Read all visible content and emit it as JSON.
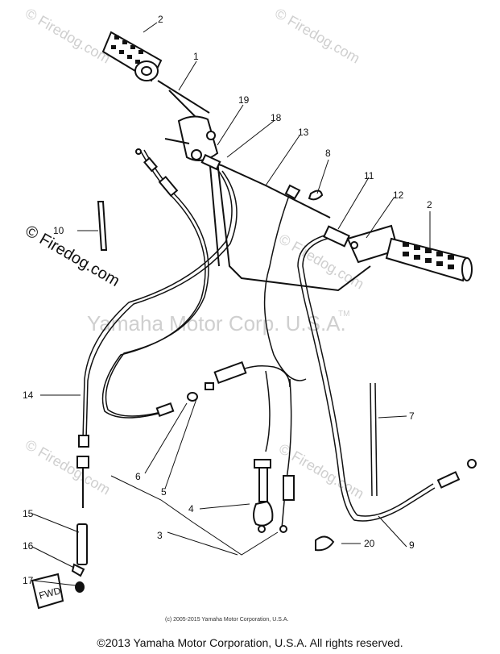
{
  "watermarks": {
    "brand": "© Firedog.com",
    "center": "Yamaha Motor Corp. U.S.A.",
    "tm": "TM"
  },
  "callouts": [
    {
      "id": "c1",
      "label": "1"
    },
    {
      "id": "c2a",
      "label": "2"
    },
    {
      "id": "c2b",
      "label": "2"
    },
    {
      "id": "c3",
      "label": "3"
    },
    {
      "id": "c4",
      "label": "4"
    },
    {
      "id": "c5",
      "label": "5"
    },
    {
      "id": "c6",
      "label": "6"
    },
    {
      "id": "c7",
      "label": "7"
    },
    {
      "id": "c8",
      "label": "8"
    },
    {
      "id": "c9",
      "label": "9"
    },
    {
      "id": "c10",
      "label": "10"
    },
    {
      "id": "c11",
      "label": "11"
    },
    {
      "id": "c12",
      "label": "12"
    },
    {
      "id": "c13",
      "label": "13"
    },
    {
      "id": "c14",
      "label": "14"
    },
    {
      "id": "c15",
      "label": "15"
    },
    {
      "id": "c16",
      "label": "16"
    },
    {
      "id": "c17",
      "label": "17"
    },
    {
      "id": "c18",
      "label": "18"
    },
    {
      "id": "c19",
      "label": "19"
    },
    {
      "id": "c20",
      "label": "20"
    }
  ],
  "fwd_label": "FWD",
  "copyright_small": "(c) 2005-2015 Yamaha Motor Corporation, U.S.A.",
  "footer": "©2013 Yamaha Motor Corporation, U.S.A. All rights reserved."
}
